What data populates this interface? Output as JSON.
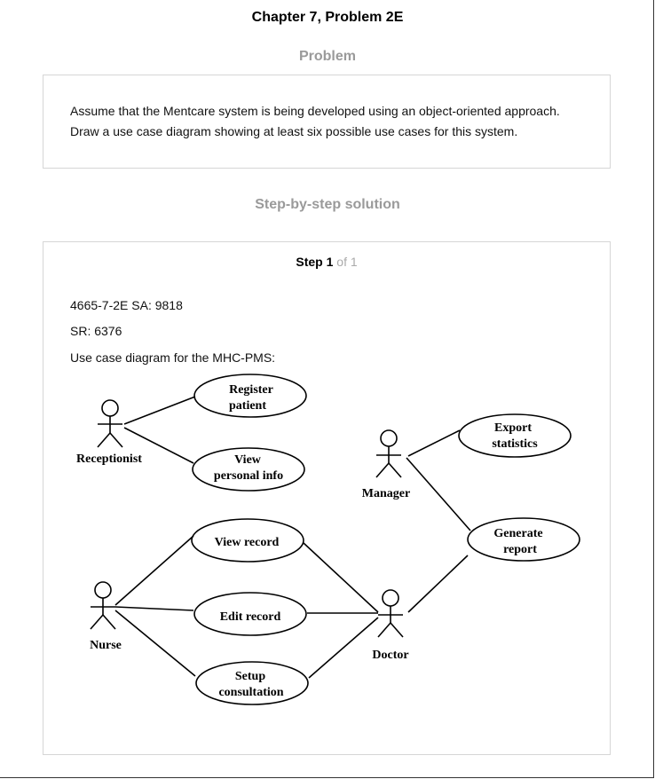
{
  "header": {
    "title": "Chapter 7, Problem 2E"
  },
  "problem": {
    "heading": "Problem",
    "lines": [
      "Assume that the Mentcare system is being developed using an object-oriented approach.",
      "Draw a use case diagram showing at least six possible use cases for this system."
    ]
  },
  "solution": {
    "heading": "Step-by-step solution",
    "step_word": "Step",
    "step_number": "1",
    "step_of": "of 1",
    "lines": [
      "4665-7-2E SA: 9818",
      "SR: 6376",
      "Use case diagram for the MHC-PMS:"
    ]
  },
  "diagram": {
    "actors": {
      "receptionist": "Receptionist",
      "manager": "Manager",
      "nurse": "Nurse",
      "doctor": "Doctor"
    },
    "use_cases": {
      "register_patient": [
        "Register",
        "patient"
      ],
      "view_personal_info": [
        "View",
        "personal info"
      ],
      "export_statistics": [
        "Export",
        "statistics"
      ],
      "generate_report": [
        "Generate",
        "report"
      ],
      "view_record": [
        "View record"
      ],
      "edit_record": [
        "Edit record"
      ],
      "setup_consultation": [
        "Setup",
        "consultation"
      ]
    }
  }
}
